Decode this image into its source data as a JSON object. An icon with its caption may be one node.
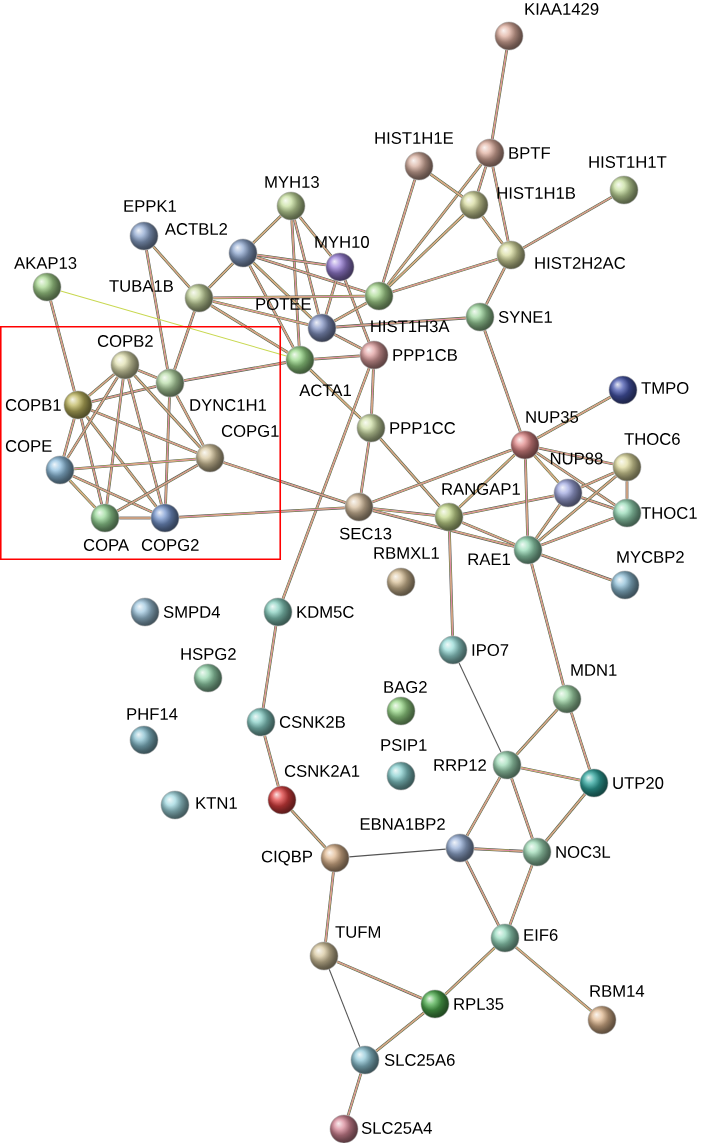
{
  "diagram": {
    "nodes": [
      {
        "text": [],
        "shape": "box"
      },
      {
        "text": [
          "KIAA1429"
        ]
      },
      {
        "text": [
          "BPTF"
        ]
      },
      {
        "text": [
          "HIST1H1E"
        ]
      },
      {
        "text": [
          "HIST1H1T"
        ]
      },
      {
        "text": [
          "HIST1H1B"
        ]
      },
      {
        "text": [
          "MYH13"
        ]
      },
      {
        "text": [
          "EPPK1"
        ]
      },
      {
        "text": [
          "ACTBL2"
        ]
      },
      {
        "text": [
          "HIST2H2AC"
        ]
      },
      {
        "text": [
          "MYH10"
        ]
      },
      {
        "text": [
          "AKAP13"
        ]
      },
      {
        "text": [
          "HIST1H3A"
        ]
      },
      {
        "text": [
          "TUBA1B"
        ]
      },
      {
        "text": [
          "SYNE1"
        ]
      },
      {
        "text": [
          "POTEE"
        ]
      },
      {
        "text": [
          "ACTA1"
        ]
      },
      {
        "text": [
          "PPP1CB"
        ]
      },
      {
        "text": [
          "DYNC1H1"
        ],
        "in": 0
      },
      {
        "text": [
          "TMPO"
        ]
      },
      {
        "text": [
          "COPB1"
        ],
        "in": 0
      },
      {
        "text": [
          "COPB2"
        ],
        "in": 0
      },
      {
        "text": [
          "PPP1CC"
        ]
      },
      {
        "text": [
          "NUP35"
        ]
      },
      {
        "text": [
          "COPE"
        ],
        "in": 0
      },
      {
        "text": [
          "COPG1"
        ],
        "in": 0
      },
      {
        "text": [
          "THOC6"
        ]
      },
      {
        "text": [
          "COPG2"
        ],
        "in": 0
      },
      {
        "text": [
          "COPA"
        ],
        "in": 0
      },
      {
        "text": [
          "NUP88"
        ]
      },
      {
        "text": [
          "SEC13"
        ]
      },
      {
        "text": [
          "THOC1"
        ]
      },
      {
        "text": [
          "RANGAP1"
        ]
      },
      {
        "text": [
          "RAE1"
        ]
      },
      {
        "text": [
          "RBMXL1"
        ]
      },
      {
        "text": [
          "MYCBP2"
        ]
      },
      {
        "text": [
          "SMPD4"
        ]
      },
      {
        "text": [
          "KDM5C"
        ]
      },
      {
        "text": [
          "IPO7"
        ]
      },
      {
        "text": [
          "HSPG2"
        ]
      },
      {
        "text": [
          "MDN1"
        ]
      },
      {
        "text": [
          "BAG2"
        ]
      },
      {
        "text": [
          "CSNK2B"
        ]
      },
      {
        "text": [
          "PHF14"
        ]
      },
      {
        "text": [
          "RRP12"
        ]
      },
      {
        "text": [
          "PSIP1"
        ]
      },
      {
        "text": [
          "UTP20"
        ]
      },
      {
        "text": [
          "CSNK2A1"
        ]
      },
      {
        "text": [
          "KTN1"
        ]
      },
      {
        "text": [
          "EBNA1BP2"
        ]
      },
      {
        "text": [
          "NOC3L"
        ]
      },
      {
        "text": [
          "CIQBP"
        ]
      },
      {
        "text": [
          "EIF6"
        ]
      },
      {
        "text": [
          "TUFM"
        ]
      },
      {
        "text": [
          "RPL35"
        ]
      },
      {
        "text": [
          "RBM14"
        ]
      },
      {
        "text": [
          "SLC25A6"
        ]
      },
      {
        "text": [
          "SLC25A4"
        ]
      }
    ],
    "edges": [
      {
        "from": 1,
        "to": 2,
        "arrow": "none"
      },
      {
        "from": 2,
        "to": 5,
        "arrow": "none"
      },
      {
        "from": 2,
        "to": 9,
        "arrow": "none"
      },
      {
        "from": 2,
        "to": 12,
        "arrow": "none"
      },
      {
        "from": 3,
        "to": 5,
        "arrow": "none"
      },
      {
        "from": 3,
        "to": 12,
        "arrow": "none"
      },
      {
        "from": 5,
        "to": 9,
        "arrow": "none"
      },
      {
        "from": 4,
        "to": 9,
        "arrow": "none"
      },
      {
        "from": 9,
        "to": 12,
        "arrow": "none"
      },
      {
        "from": 9,
        "to": 14,
        "arrow": "none"
      },
      {
        "from": 5,
        "to": 12,
        "arrow": "none"
      },
      {
        "from": 6,
        "to": 8,
        "arrow": "none"
      },
      {
        "from": 6,
        "to": 10,
        "arrow": "none"
      },
      {
        "from": 6,
        "to": 15,
        "arrow": "none"
      },
      {
        "from": 6,
        "to": 16,
        "arrow": "none"
      },
      {
        "from": 8,
        "to": 10,
        "arrow": "none"
      },
      {
        "from": 8,
        "to": 12,
        "arrow": "none"
      },
      {
        "from": 8,
        "to": 13,
        "arrow": "none"
      },
      {
        "from": 8,
        "to": 15,
        "arrow": "none"
      },
      {
        "from": 8,
        "to": 16,
        "arrow": "none"
      },
      {
        "from": 7,
        "to": 13,
        "arrow": "none"
      },
      {
        "from": 7,
        "to": 18,
        "arrow": "none"
      },
      {
        "from": 10,
        "to": 15,
        "arrow": "none"
      },
      {
        "from": 10,
        "to": 17,
        "arrow": "none"
      },
      {
        "from": 13,
        "to": 12,
        "arrow": "none"
      },
      {
        "from": 13,
        "to": 15,
        "arrow": "none"
      },
      {
        "from": 13,
        "to": 16,
        "arrow": "none"
      },
      {
        "from": 13,
        "to": 18,
        "arrow": "none"
      },
      {
        "from": 15,
        "to": 12,
        "arrow": "none"
      },
      {
        "from": 15,
        "to": 14,
        "arrow": "none"
      },
      {
        "from": 15,
        "to": 17,
        "arrow": "none"
      },
      {
        "from": 16,
        "to": 17,
        "arrow": "none"
      },
      {
        "from": 16,
        "to": 22,
        "arrow": "none"
      },
      {
        "from": 16,
        "to": 18,
        "arrow": "none"
      },
      {
        "from": 11,
        "to": 16,
        "arrow": "none",
        "color": "#c8d850"
      },
      {
        "from": 11,
        "to": 20,
        "arrow": "none"
      },
      {
        "from": 17,
        "to": 22,
        "arrow": "none"
      },
      {
        "from": 17,
        "to": 37,
        "arrow": "none"
      },
      {
        "from": 14,
        "to": 23,
        "arrow": "none"
      },
      {
        "from": 22,
        "to": 30,
        "arrow": "none"
      },
      {
        "from": 22,
        "to": 32,
        "arrow": "none"
      },
      {
        "from": 18,
        "to": 20,
        "arrow": "none"
      },
      {
        "from": 18,
        "to": 21,
        "arrow": "none"
      },
      {
        "from": 18,
        "to": 25,
        "arrow": "none"
      },
      {
        "from": 18,
        "to": 27,
        "arrow": "none"
      },
      {
        "from": 20,
        "to": 21,
        "arrow": "none"
      },
      {
        "from": 20,
        "to": 24,
        "arrow": "none"
      },
      {
        "from": 20,
        "to": 28,
        "arrow": "none"
      },
      {
        "from": 20,
        "to": 25,
        "arrow": "none"
      },
      {
        "from": 20,
        "to": 27,
        "arrow": "none"
      },
      {
        "from": 21,
        "to": 24,
        "arrow": "none"
      },
      {
        "from": 21,
        "to": 28,
        "arrow": "none"
      },
      {
        "from": 21,
        "to": 25,
        "arrow": "none"
      },
      {
        "from": 21,
        "to": 27,
        "arrow": "none"
      },
      {
        "from": 24,
        "to": 28,
        "arrow": "none"
      },
      {
        "from": 24,
        "to": 25,
        "arrow": "none"
      },
      {
        "from": 24,
        "to": 27,
        "arrow": "none"
      },
      {
        "from": 28,
        "to": 27,
        "arrow": "none"
      },
      {
        "from": 28,
        "to": 25,
        "arrow": "none"
      },
      {
        "from": 25,
        "to": 30,
        "arrow": "none"
      },
      {
        "from": 27,
        "to": 30,
        "arrow": "none"
      },
      {
        "from": 30,
        "to": 23,
        "arrow": "none"
      },
      {
        "from": 30,
        "to": 32,
        "arrow": "none"
      },
      {
        "from": 30,
        "to": 33,
        "arrow": "none"
      },
      {
        "from": 32,
        "to": 23,
        "arrow": "none"
      },
      {
        "from": 32,
        "to": 29,
        "arrow": "none"
      },
      {
        "from": 32,
        "to": 33,
        "arrow": "none"
      },
      {
        "from": 32,
        "to": 38,
        "arrow": "none"
      },
      {
        "from": 23,
        "to": 19,
        "arrow": "none"
      },
      {
        "from": 23,
        "to": 26,
        "arrow": "none"
      },
      {
        "from": 23,
        "to": 29,
        "arrow": "none"
      },
      {
        "from": 23,
        "to": 31,
        "arrow": "none"
      },
      {
        "from": 23,
        "to": 33,
        "arrow": "none"
      },
      {
        "from": 29,
        "to": 26,
        "arrow": "none"
      },
      {
        "from": 29,
        "to": 31,
        "arrow": "none"
      },
      {
        "from": 29,
        "to": 33,
        "arrow": "none"
      },
      {
        "from": 26,
        "to": 31,
        "arrow": "none"
      },
      {
        "from": 26,
        "to": 33,
        "arrow": "none"
      },
      {
        "from": 31,
        "to": 33,
        "arrow": "none"
      },
      {
        "from": 33,
        "to": 35,
        "arrow": "none"
      },
      {
        "from": 33,
        "to": 40,
        "arrow": "none"
      },
      {
        "from": 38,
        "to": 44,
        "arrow": "none",
        "color": "#555555"
      },
      {
        "from": 37,
        "to": 42,
        "arrow": "none"
      },
      {
        "from": 42,
        "to": 47,
        "arrow": "none"
      },
      {
        "from": 47,
        "to": 51,
        "arrow": "none"
      },
      {
        "from": 40,
        "to": 44,
        "arrow": "none"
      },
      {
        "from": 40,
        "to": 46,
        "arrow": "none"
      },
      {
        "from": 44,
        "to": 46,
        "arrow": "none"
      },
      {
        "from": 44,
        "to": 49,
        "arrow": "none"
      },
      {
        "from": 44,
        "to": 50,
        "arrow": "none"
      },
      {
        "from": 46,
        "to": 50,
        "arrow": "none"
      },
      {
        "from": 49,
        "to": 50,
        "arrow": "none"
      },
      {
        "from": 49,
        "to": 52,
        "arrow": "none"
      },
      {
        "from": 50,
        "to": 52,
        "arrow": "none"
      },
      {
        "from": 51,
        "to": 49,
        "arrow": "none",
        "color": "#555555"
      },
      {
        "from": 51,
        "to": 53,
        "arrow": "none"
      },
      {
        "from": 53,
        "to": 54,
        "arrow": "none"
      },
      {
        "from": 53,
        "to": 56,
        "arrow": "none",
        "color": "#555555"
      },
      {
        "from": 54,
        "to": 52,
        "arrow": "none"
      },
      {
        "from": 54,
        "to": 56,
        "arrow": "none"
      },
      {
        "from": 52,
        "to": 55,
        "arrow": "none"
      },
      {
        "from": 56,
        "to": 57,
        "arrow": "none"
      }
    ]
  }
}
